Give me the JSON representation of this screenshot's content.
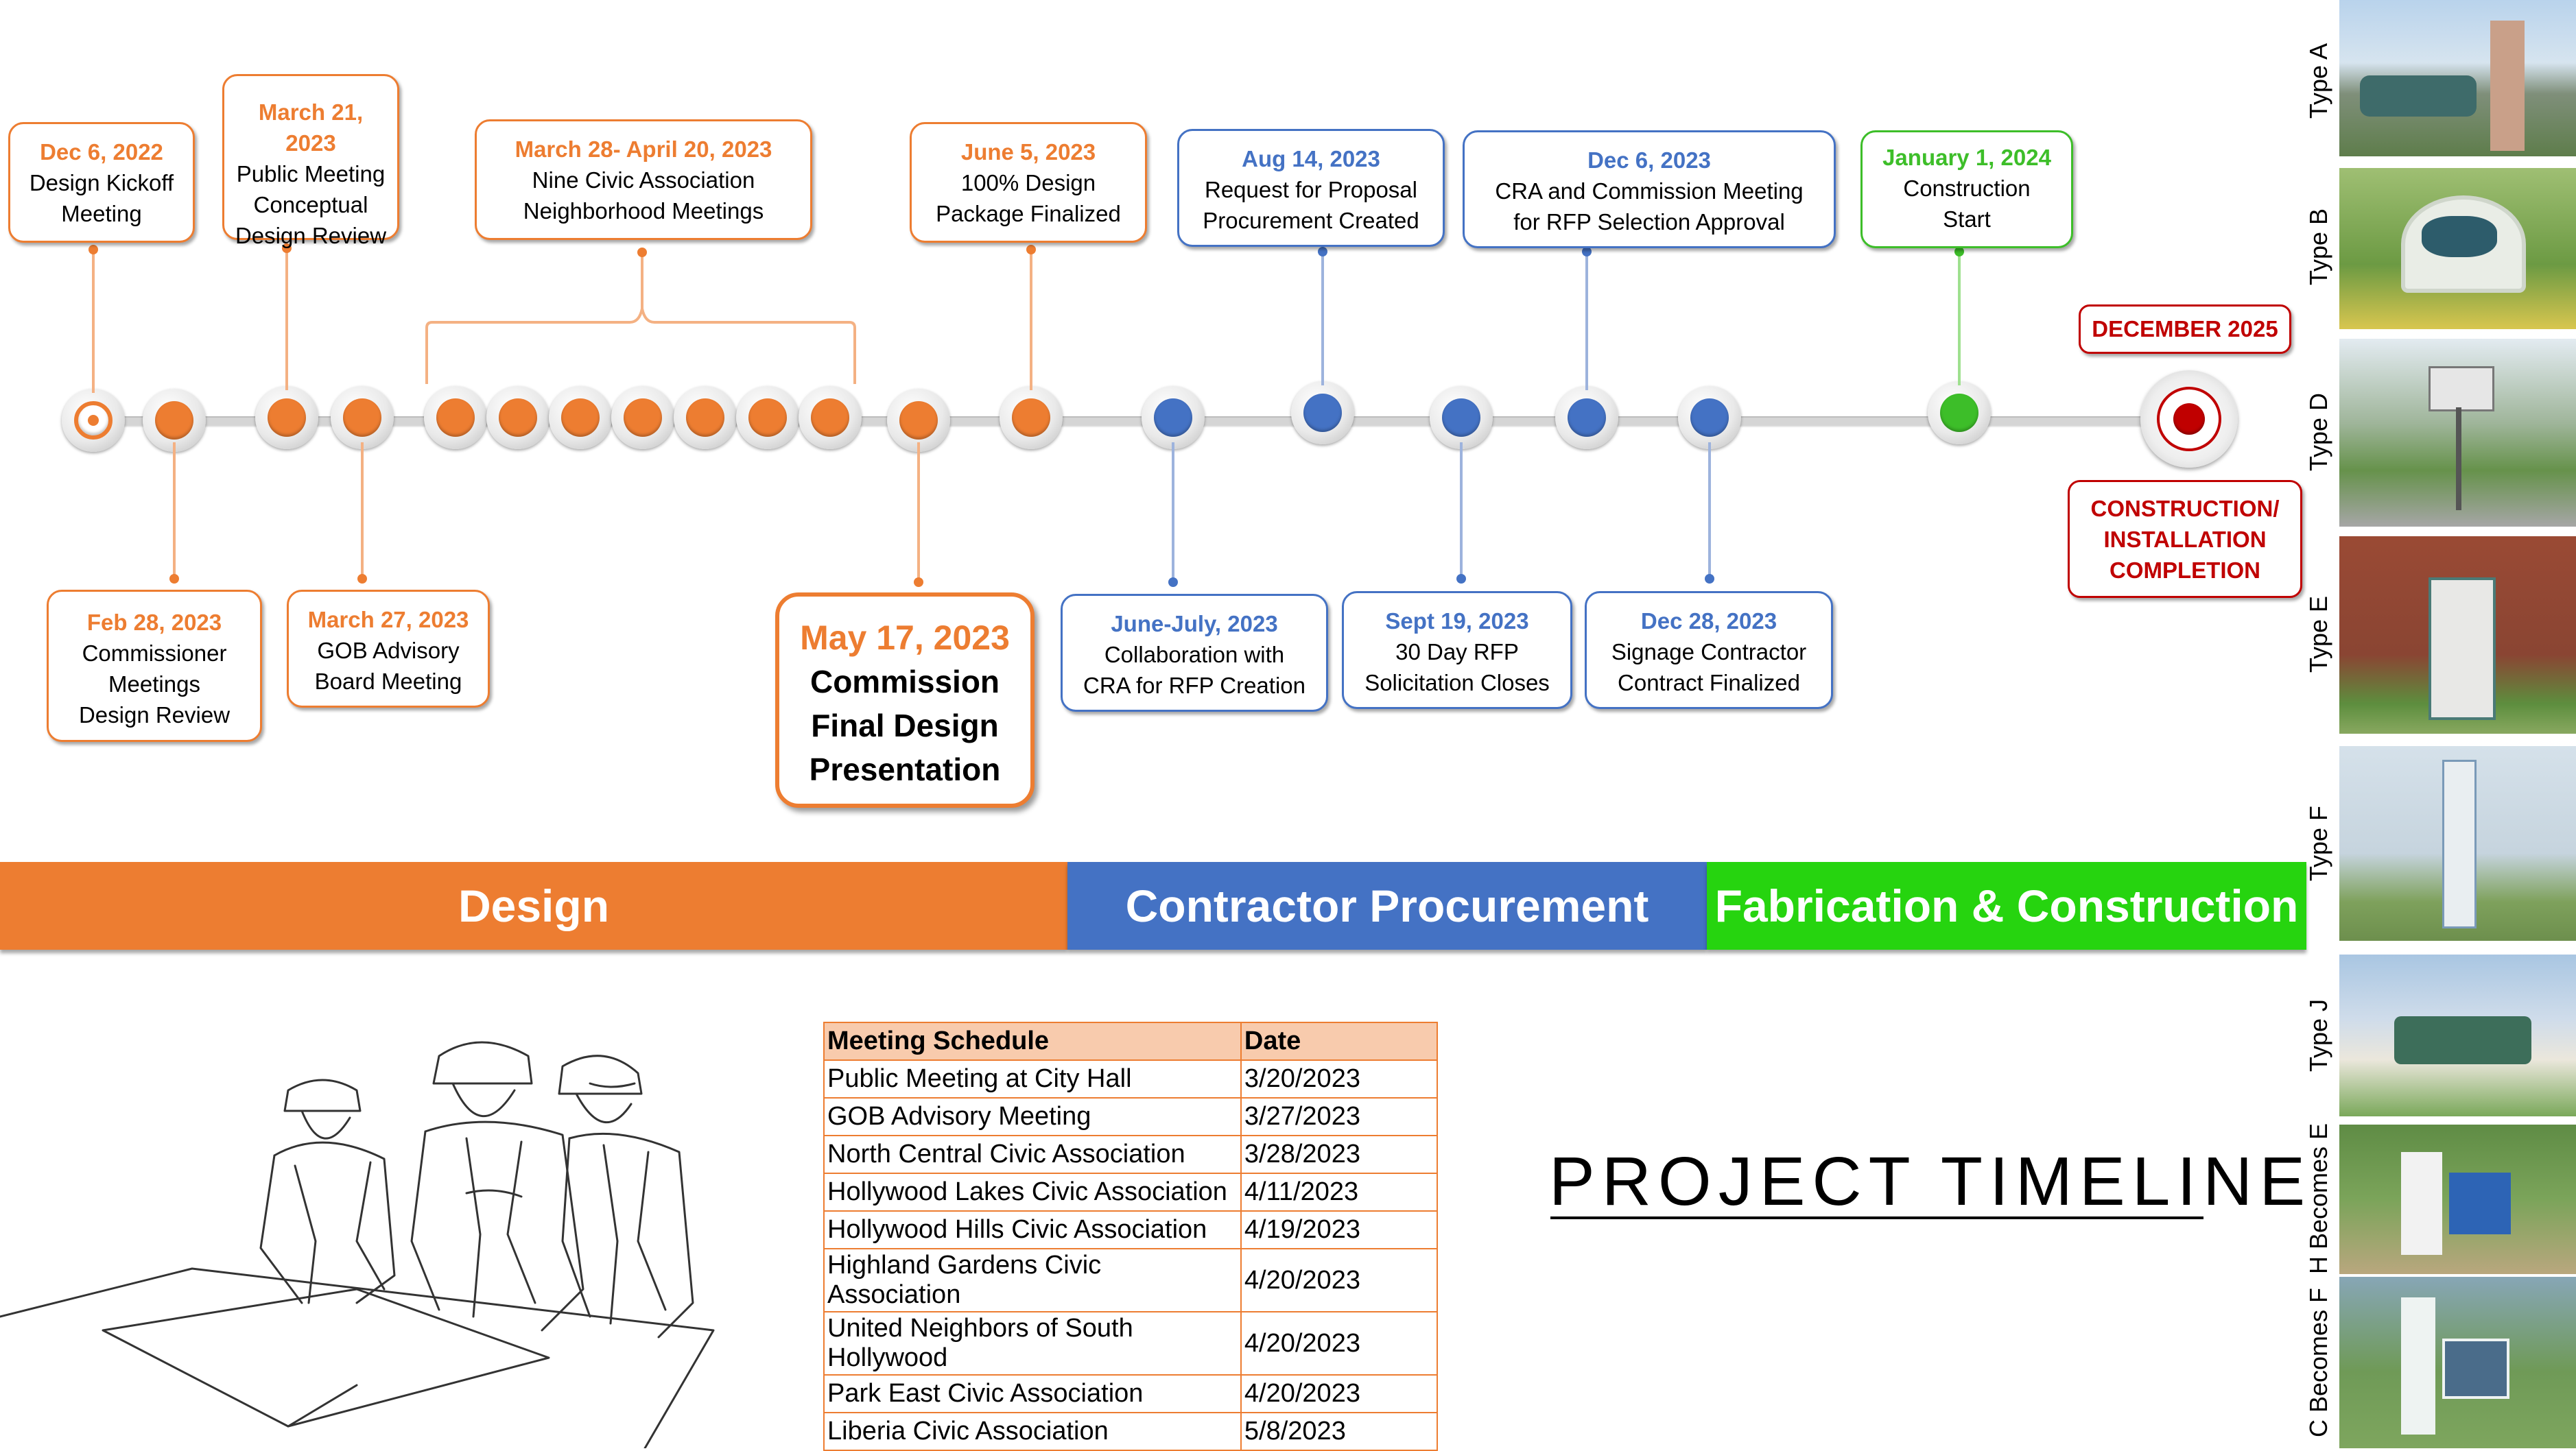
{
  "title": "PROJECT TIMELINE",
  "colors": {
    "design": "#ED7D31",
    "procurement": "#4472C4",
    "construction": "#3DBE29",
    "completion": "#C00000"
  },
  "phases": [
    {
      "label": "Design"
    },
    {
      "label": "Contractor Procurement"
    },
    {
      "label": "Fabrication & Construction"
    }
  ],
  "milestones_top": [
    {
      "date": "Dec 6, 2022",
      "text": "Design Kickoff\nMeeting"
    },
    {
      "date": "March 21,  2023",
      "text": "Public Meeting\nConceptual\nDesign  Review"
    },
    {
      "date": "March 28- April 20, 2023",
      "text": "Nine Civic Association\nNeighborhood Meetings"
    },
    {
      "date": "June 5, 2023",
      "text": "100% Design\nPackage Finalized"
    },
    {
      "date": "Aug 14, 2023",
      "text": "Request for Proposal\nProcurement Created"
    },
    {
      "date": "Dec 6, 2023",
      "text": "CRA and Commission Meeting\nfor RFP Selection Approval"
    },
    {
      "date": "January 1, 2024",
      "text": "Construction\nStart"
    }
  ],
  "milestones_bottom": [
    {
      "date": "Feb 28, 2023",
      "text": "Commissioner\nMeetings\nDesign Review"
    },
    {
      "date": "March 27, 2023",
      "text": "GOB Advisory\nBoard Meeting"
    },
    {
      "date": "May 17, 2023",
      "text": "Commission\nFinal Design\nPresentation"
    },
    {
      "date": "June-July, 2023",
      "text": "Collaboration with\nCRA for RFP Creation"
    },
    {
      "date": "Sept 19, 2023",
      "text": "30 Day RFP\nSolicitation Closes"
    },
    {
      "date": "Dec 28, 2023",
      "text": "Signage Contractor\nContract Finalized"
    }
  ],
  "completion": {
    "date": "DECEMBER 2025",
    "text": "CONSTRUCTION/\nINSTALLATION\nCOMPLETION"
  },
  "meeting_schedule": {
    "headers": [
      "Meeting Schedule",
      "Date"
    ],
    "rows": [
      [
        "Public Meeting at City Hall",
        "3/20/2023"
      ],
      [
        "GOB Advisory Meeting",
        "3/27/2023"
      ],
      [
        "North Central Civic Association",
        "3/28/2023"
      ],
      [
        "Hollywood Lakes Civic Association",
        "4/11/2023"
      ],
      [
        "Hollywood Hills Civic Association",
        "4/19/2023"
      ],
      [
        "Highland Gardens Civic Association",
        "4/20/2023"
      ],
      [
        "United Neighbors of South Hollywood",
        "4/20/2023"
      ],
      [
        "Park East Civic Association",
        "4/20/2023"
      ],
      [
        "Liberia Civic Association",
        "5/8/2023"
      ]
    ]
  },
  "sign_types": [
    {
      "label": "Type A"
    },
    {
      "label": "Type B"
    },
    {
      "label": "Type D"
    },
    {
      "label": "Type E"
    },
    {
      "label": "Type F"
    },
    {
      "label": "Type J"
    },
    {
      "label": "H Becomes E"
    },
    {
      "label": "C Becomes F"
    }
  ]
}
